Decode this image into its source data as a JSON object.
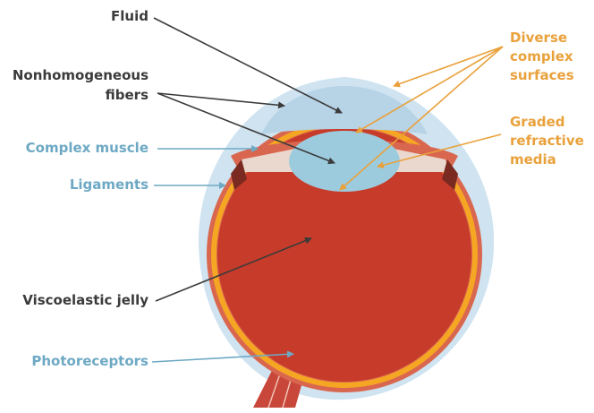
{
  "labels": {
    "fluid": "Fluid",
    "nonhomogeneous_1": "Nonhomogeneous",
    "nonhomogeneous_2": "fibers",
    "complex_muscle": "Complex muscle",
    "ligaments": "Ligaments",
    "viscoelastic_jelly": "Viscoelastic jelly",
    "photoreceptors": "Photoreceptors",
    "diverse_1": "Diverse",
    "diverse_2": "complex",
    "diverse_3": "surfaces",
    "graded_1": "Graded",
    "graded_2": "refractive",
    "graded_3": "media"
  },
  "colors": {
    "dark_text": "#3b3b3b",
    "blue_text": "#6ea9c4",
    "orange_text": "#e9a13b",
    "outer_layer": "#cfe3f0",
    "cornea": "#b7d3e6",
    "lens": "#9ccbde",
    "vitreous": "#c63b2a",
    "sclera": "#d9674f",
    "retina": "#f5a623",
    "ligament": "#ead8cf",
    "nerve": "#c9473a"
  }
}
